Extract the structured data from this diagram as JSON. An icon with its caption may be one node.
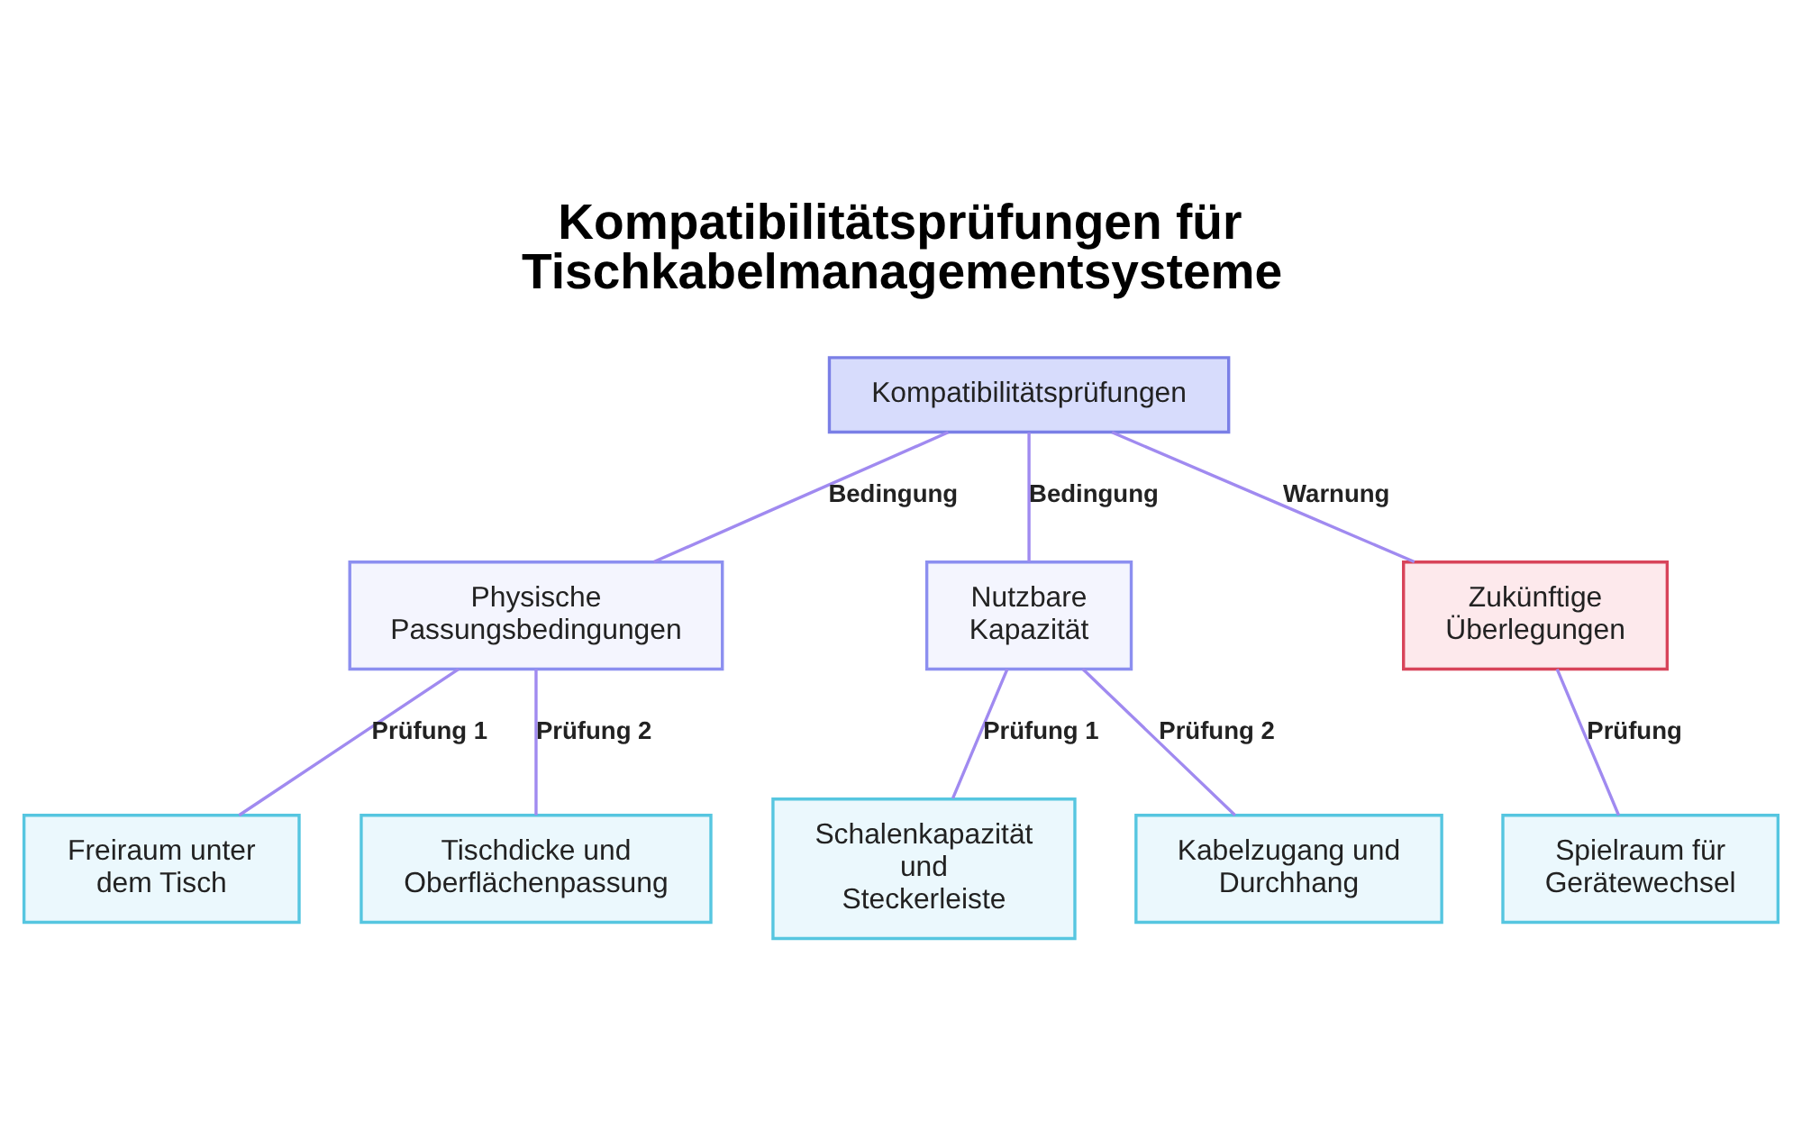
{
  "diagram": {
    "title": "Kompatibilitätsprüfungen für Tischkabelmanagementsysteme",
    "nodes": [
      {
        "text": [
          "Kompatibilitätsprüfungen"
        ]
      },
      {
        "text": [
          "Physische Passungsbedingungen"
        ]
      },
      {
        "text": [
          "Nutzbare Kapazität"
        ]
      },
      {
        "text": [
          "Zukünftige Überlegungen"
        ]
      },
      {
        "text": [
          "Freiraum unter dem Tisch"
        ]
      },
      {
        "text": [
          "Tischdicke und Oberflächenpassung"
        ]
      },
      {
        "text": [
          "Schalenkapazität und Steckerleiste"
        ]
      },
      {
        "text": [
          "Kabelzugang und Durchhang"
        ]
      },
      {
        "text": [
          "Spielraum für Gerätewechsel"
        ]
      }
    ],
    "edges": [
      {
        "from": 0,
        "to": 1,
        "arrow": "none",
        "label": "Bedingung"
      },
      {
        "from": 0,
        "to": 2,
        "arrow": "none",
        "label": "Bedingung"
      },
      {
        "from": 0,
        "to": 3,
        "arrow": "none",
        "label": "Warnung"
      },
      {
        "from": 1,
        "to": 4,
        "arrow": "none",
        "label": "Prüfung 1"
      },
      {
        "from": 1,
        "to": 5,
        "arrow": "none",
        "label": "Prüfung 2"
      },
      {
        "from": 2,
        "to": 6,
        "arrow": "none",
        "label": "Prüfung 1"
      },
      {
        "from": 2,
        "to": 7,
        "arrow": "none",
        "label": "Prüfung 2"
      },
      {
        "from": 3,
        "to": 8,
        "arrow": "none",
        "label": "Prüfung"
      }
    ]
  }
}
